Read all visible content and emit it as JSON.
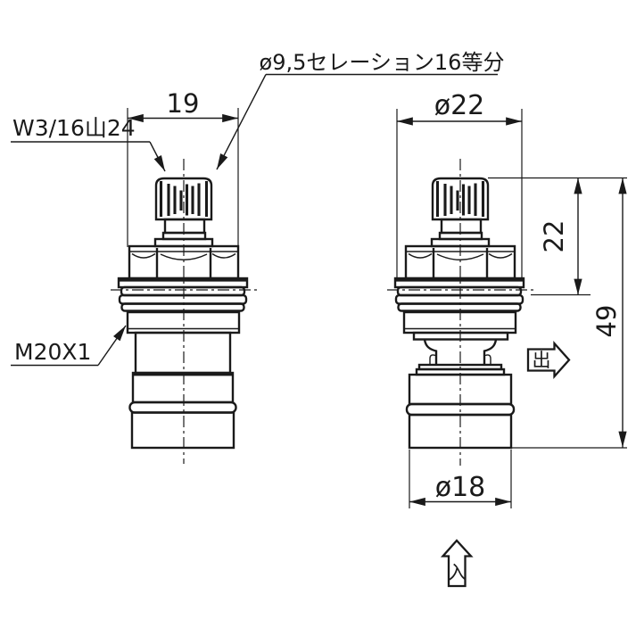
{
  "colors": {
    "ink": "#1a1a1a",
    "background": "#ffffff"
  },
  "labels": {
    "serration_spec": "ø9,5セレーション16等分",
    "stem_thread": "W3/16山24",
    "body_thread": "M20X1"
  },
  "dimensions": {
    "stem_section_width": "19",
    "body_diameter": "ø22",
    "upper_height": "22",
    "overall_height": "49",
    "base_diameter": "ø18"
  },
  "flow_markers": {
    "outlet": "出",
    "inlet": "入"
  }
}
